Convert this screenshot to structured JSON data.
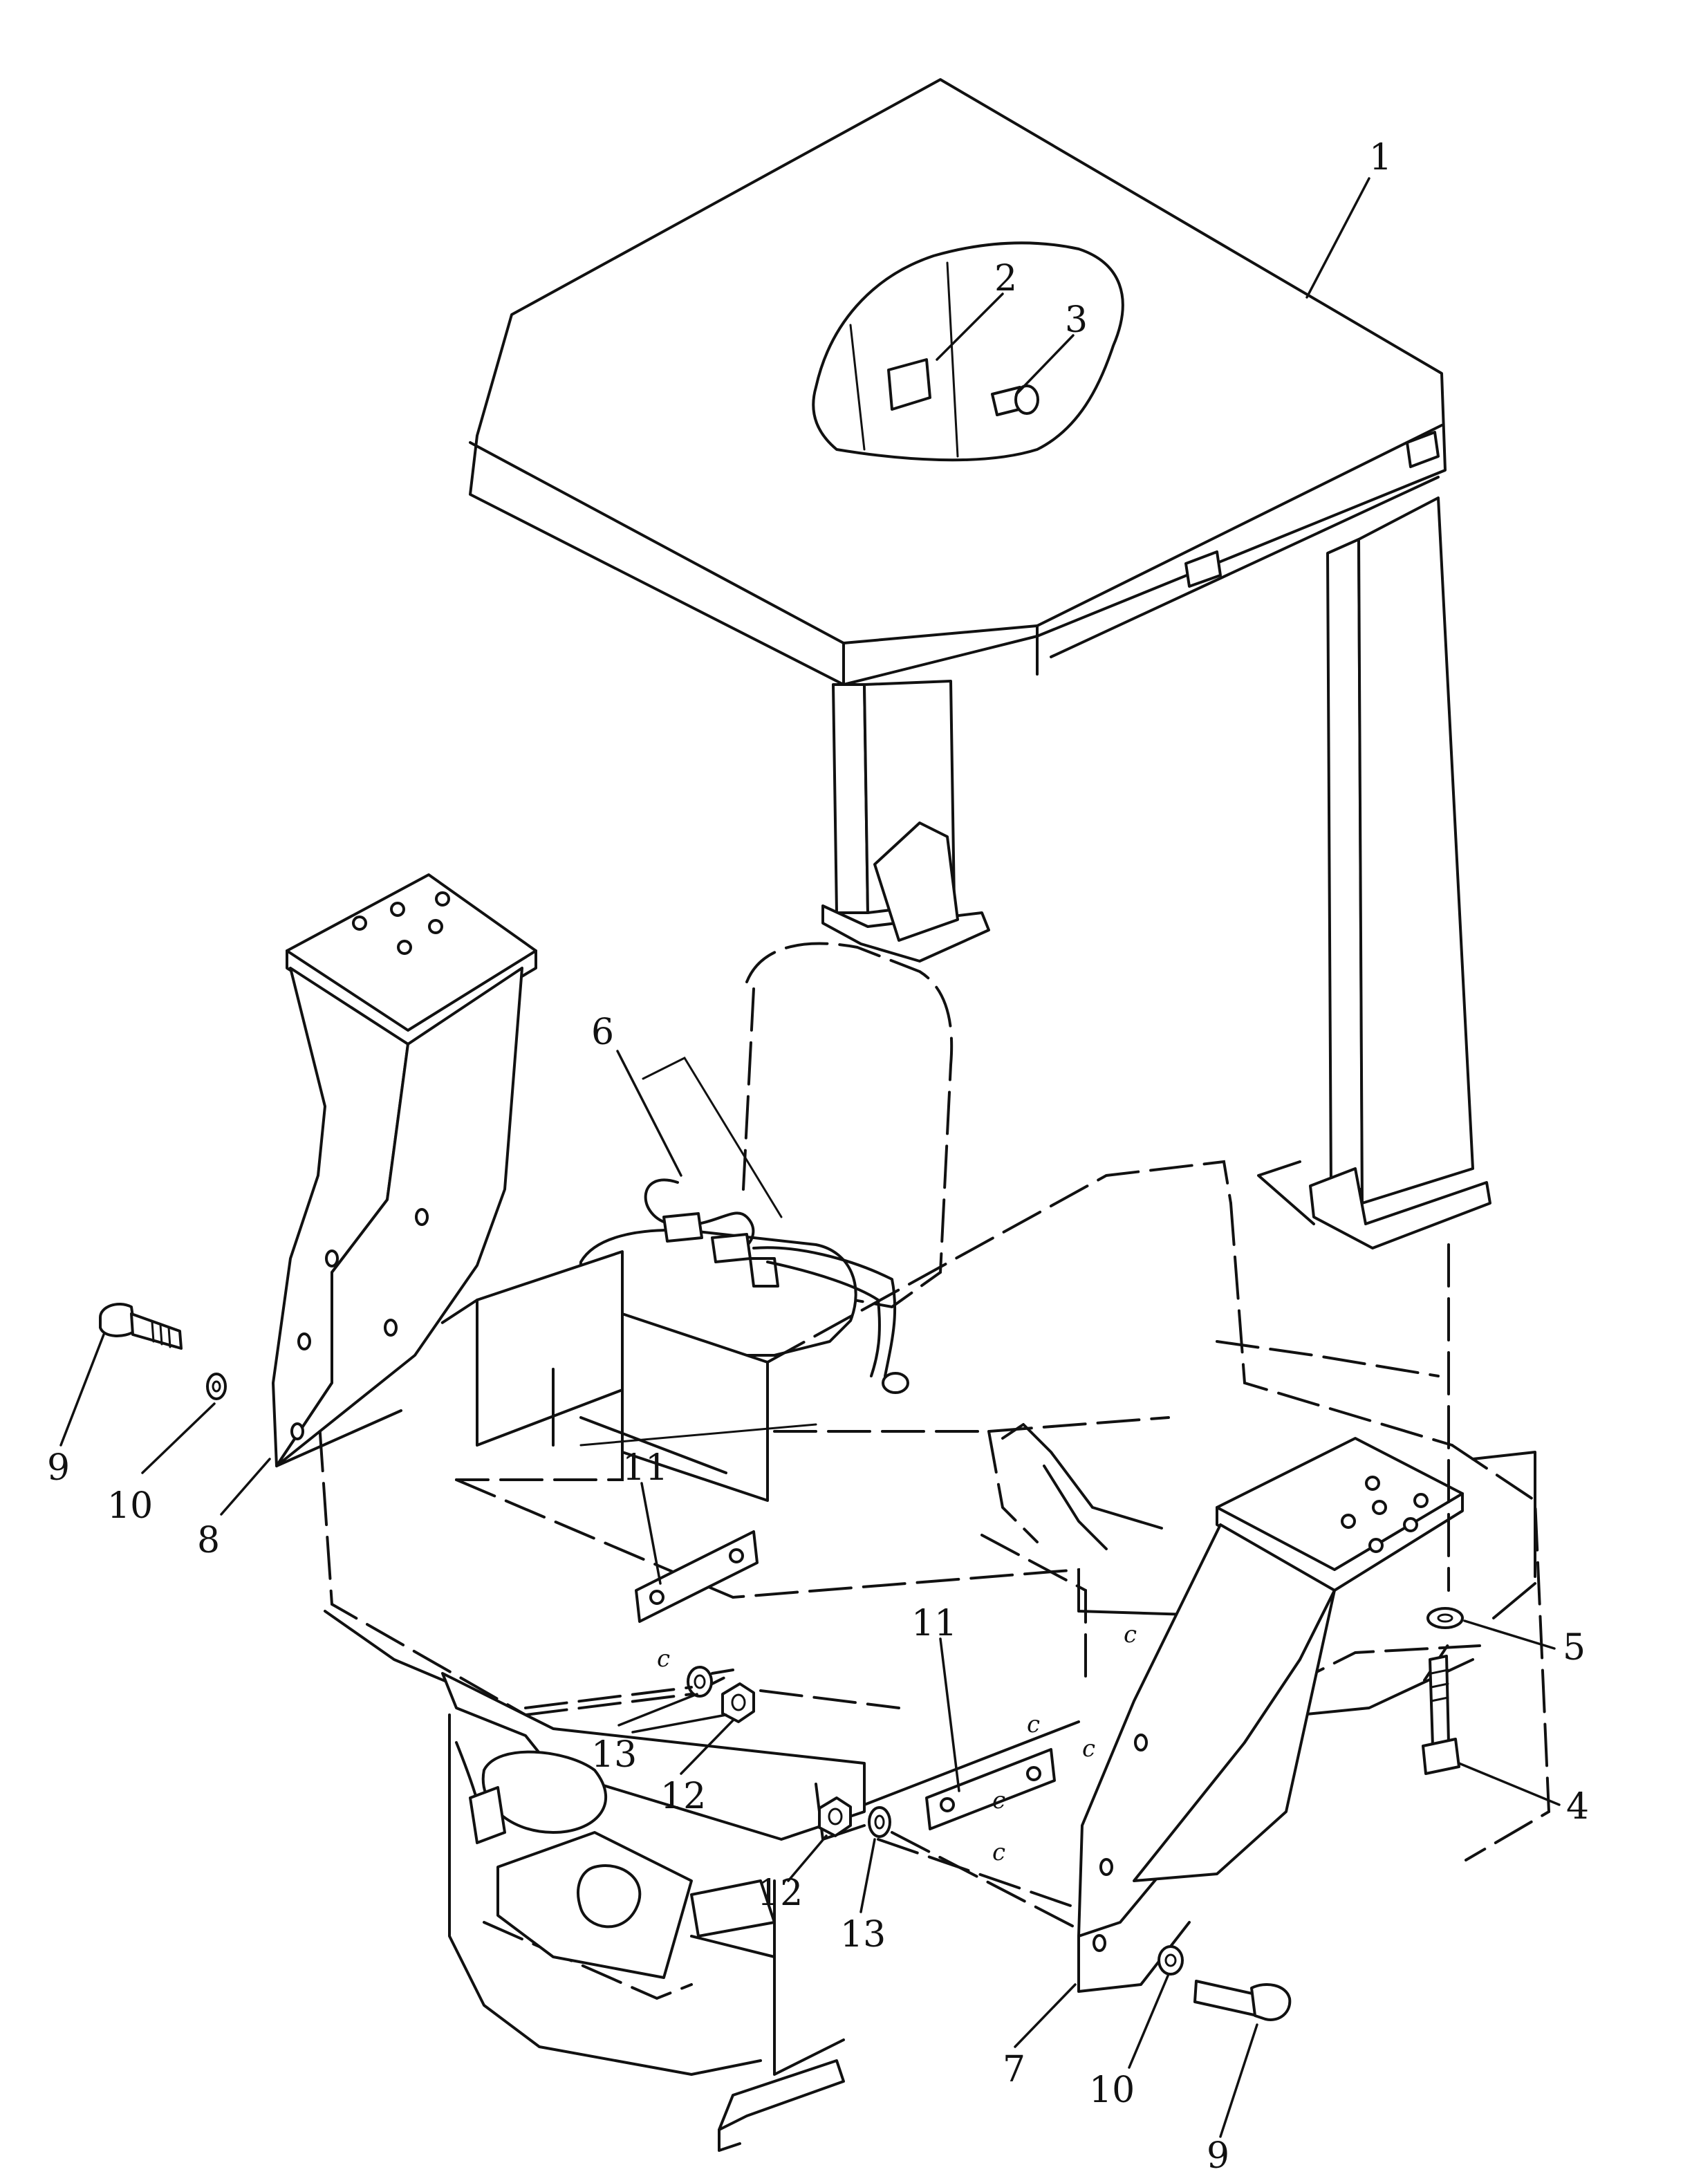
{
  "callouts": {
    "c1": "1",
    "c2": "2",
    "c3": "3",
    "c4": "4",
    "c5": "5",
    "c6": "6",
    "c7": "7",
    "c8": "8",
    "c9a": "9",
    "c9b": "9",
    "c10a": "10",
    "c10b": "10",
    "c11a": "11",
    "c11b": "11",
    "c12a": "12",
    "c12b": "12",
    "c13a": "13",
    "c13b": "13"
  },
  "marks": {
    "c": "c"
  },
  "colors": {
    "ink": "#111111",
    "paper": "#ffffff"
  }
}
